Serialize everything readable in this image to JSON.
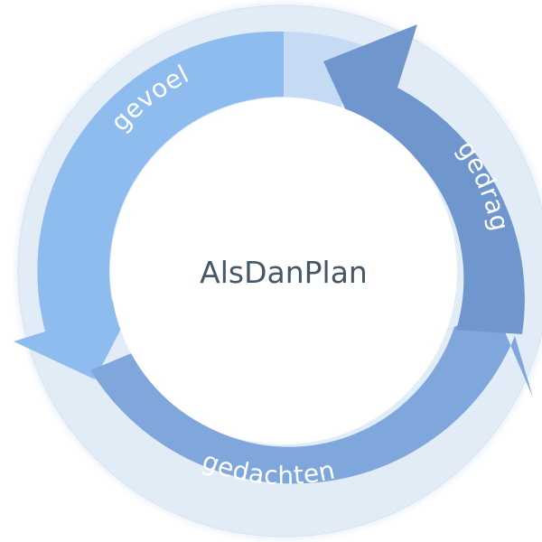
{
  "diagram": {
    "center_label": "AlsDanPlan",
    "segments": [
      {
        "label": "gedrag",
        "color": "#6f96cd"
      },
      {
        "label": "gedachten",
        "color": "#80a7dc"
      },
      {
        "label": "gevoel",
        "color": "#8ebcef"
      }
    ],
    "accent_color": "#c5daf3",
    "outer_ring_color": "#e2ecf7",
    "center_text_color": "#465868"
  }
}
